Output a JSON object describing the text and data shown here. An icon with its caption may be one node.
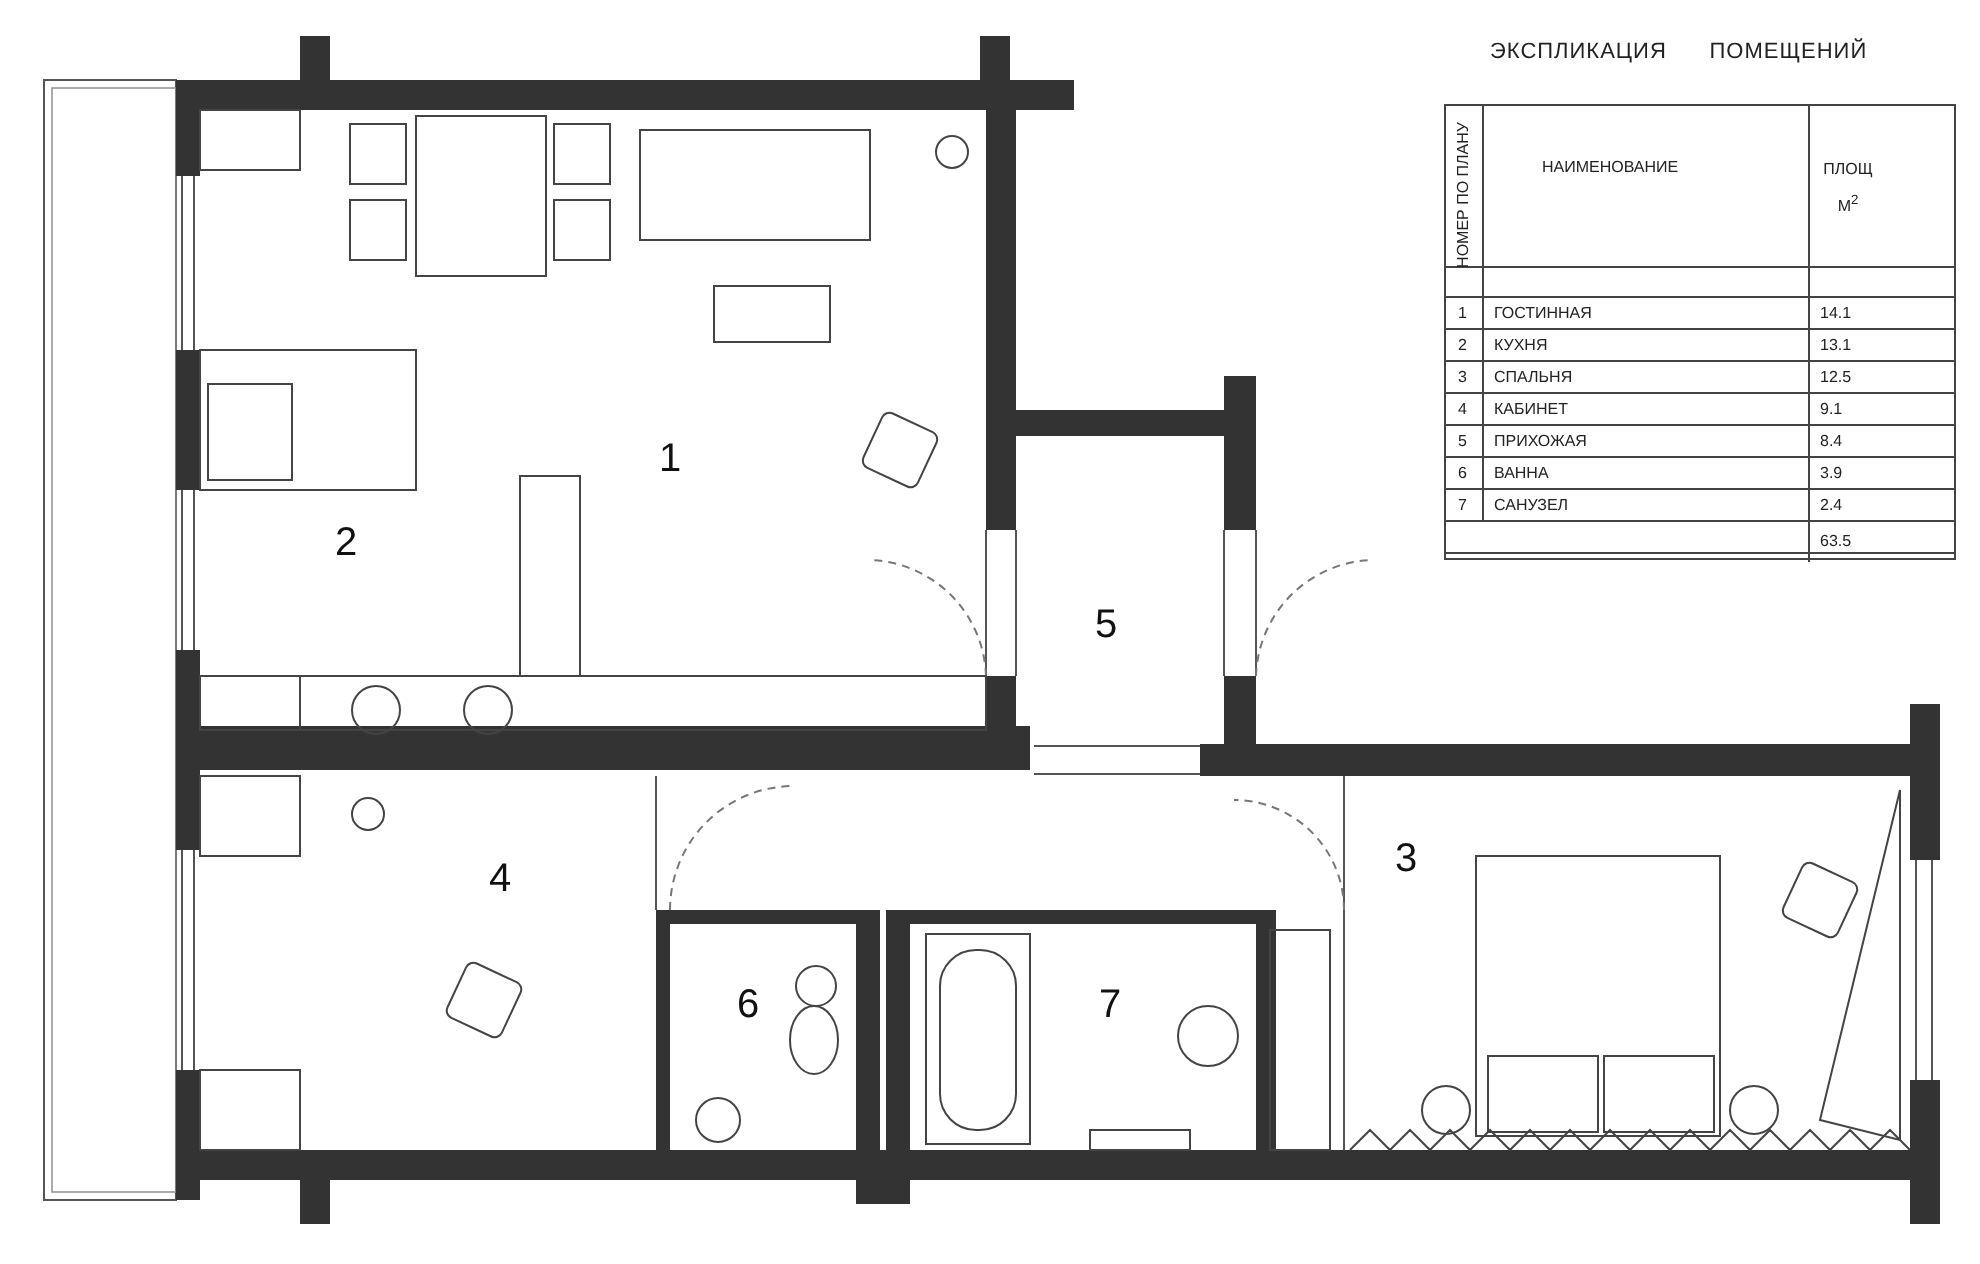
{
  "diagram": {
    "title": "ЭКСПЛИКАЦИЯ      ПОМЕЩЕНИЙ",
    "labels": [
      "1",
      "2",
      "5",
      "3",
      "4",
      "6",
      "7",
      "НОМЕР ПО ПЛАНУ",
      "НАИМЕНОВАНИЕ",
      "ПЛОЩ М$^{2}$",
      "1",
      "ГОСТИННАЯ",
      "14.1",
      "2",
      "КУХНЯ",
      "13.1",
      "3",
      "СПАЛЬНЯ",
      "12.5",
      "4",
      "КАБИНЕТ",
      "9.1",
      "5",
      "ПРИХОЖАЯ",
      "8.4",
      "6",
      "ВАННА",
      "3.9",
      "7",
      "САНУЗЕЛ",
      "2.4",
      "63.5"
    ]
  }
}
